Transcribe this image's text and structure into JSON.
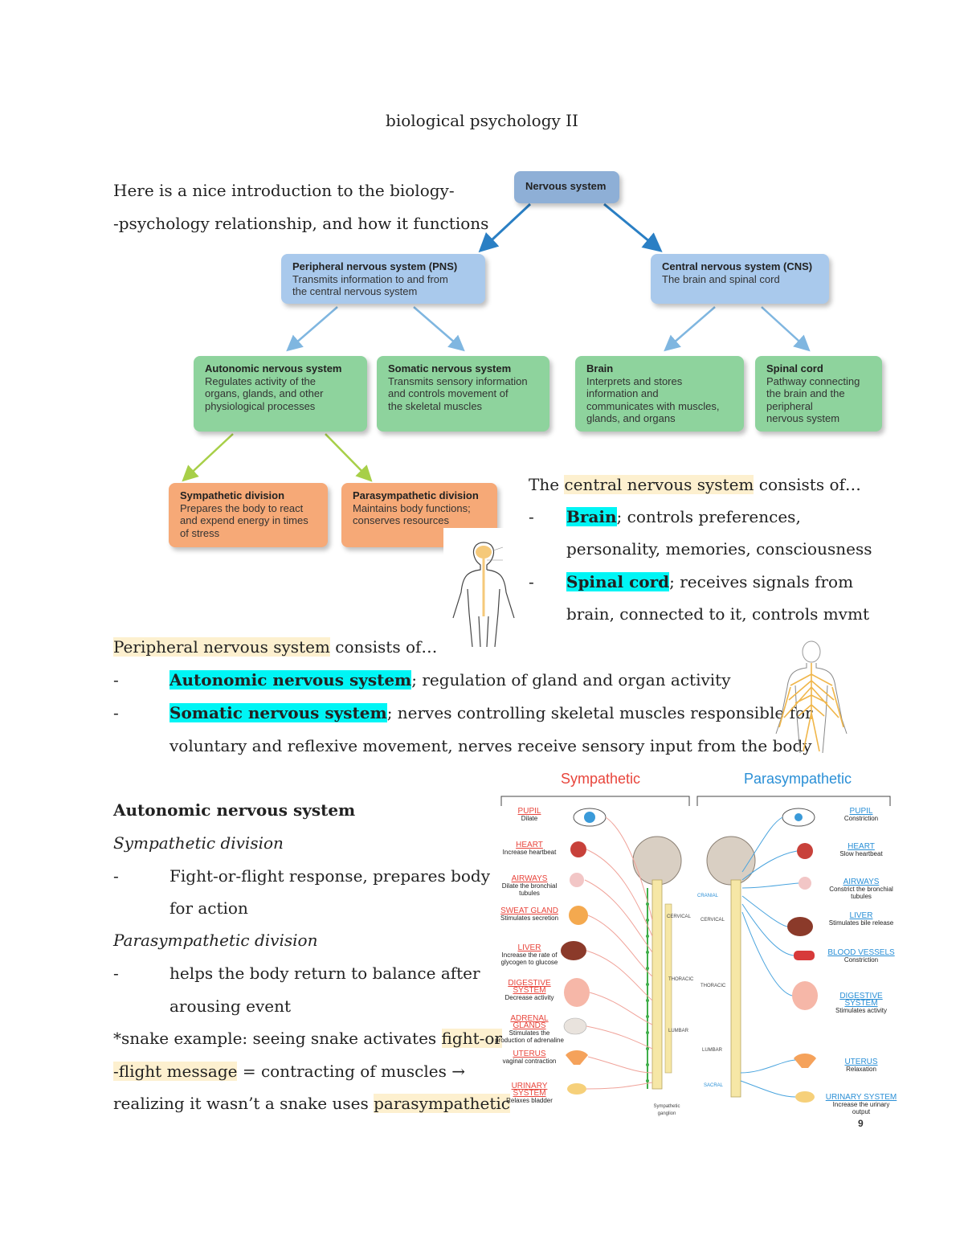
{
  "page_title": "biological psychology II",
  "intro": {
    "line1": "Here is a nice introduction to the biology-",
    "line2": "-psychology relationship, and how it functions"
  },
  "diagram": {
    "root": {
      "title": "Nervous system"
    },
    "pns": {
      "title": "Peripheral nervous system (PNS)",
      "desc": "Transmits information to and from\nthe central nervous system"
    },
    "cns": {
      "title": "Central nervous system (CNS)",
      "desc": "The brain and spinal cord"
    },
    "autonomic": {
      "title": "Autonomic nervous system",
      "desc": "Regulates activity of the\norgans, glands, and other\nphysiological processes"
    },
    "somatic": {
      "title": "Somatic nervous system",
      "desc": "Transmits sensory information\nand controls movement of\nthe skeletal muscles"
    },
    "brain": {
      "title": "Brain",
      "desc": "Interprets and stores\ninformation and\ncommunicates with muscles,\nglands, and organs"
    },
    "spinal": {
      "title": "Spinal cord",
      "desc": "Pathway connecting\nthe brain and the\nperipheral\nnervous system"
    },
    "sympathetic": {
      "title": "Sympathetic division",
      "desc": "Prepares the body to react\nand expend energy in times\nof stress"
    },
    "parasympathetic": {
      "title": "Parasympathetic division",
      "desc": "Maintains body functions;\nconserves resources"
    }
  },
  "cns_section": {
    "prefix": "The ",
    "highlight": "central nervous system",
    "suffix": " consists of…",
    "items": [
      {
        "term": "Brain",
        "text": "; controls preferences,",
        "cont": "personality, memories, consciousness"
      },
      {
        "term": "Spinal cord",
        "text": "; receives signals from",
        "cont": "brain, connected to it, controls mvmt"
      }
    ]
  },
  "pns_section": {
    "highlight": "Peripheral nervous system",
    "suffix": " consists of…",
    "items": [
      {
        "term": "Autonomic nervous system",
        "text": "; regulation of gland and organ activity"
      },
      {
        "term": "Somatic nervous system",
        "text": "; nerves controlling skeletal muscles responsible for",
        "cont": "voluntary and reflexive movement, nerves receive sensory input from the body"
      }
    ]
  },
  "ans_section": {
    "heading": "Autonomic nervous system",
    "sym_heading": "Sympathetic division",
    "sym_item": "Fight-or-flight response, prepares body",
    "sym_item_cont": "for action",
    "para_heading": "Parasympathetic division",
    "para_item": "helps the body return to balance after",
    "para_item_cont": "arousing event",
    "snake_prefix": "*snake example: seeing snake activates ",
    "snake_hl1": "fight-or",
    "snake_hl2": "-flight message",
    "snake_mid": " = contracting of muscles →",
    "snake_line3": "realizing it wasn’t a snake uses ",
    "snake_hl3": "parasympathetic"
  },
  "dash": "-",
  "anatomy": {
    "sym_title": "Sympathetic",
    "para_title": "Parasympathetic",
    "sym_color": "#e8453c",
    "para_color": "#2a8fd6",
    "sym_organs": [
      {
        "name": "PUPIL",
        "desc": "Dilate"
      },
      {
        "name": "HEART",
        "desc": "Increase heartbeat"
      },
      {
        "name": "AIRWAYS",
        "desc": "Dilate the bronchial tubules"
      },
      {
        "name": "SWEAT GLAND",
        "desc": "Stimulates secretion"
      },
      {
        "name": "LIVER",
        "desc": "Increase the rate of glycogen to glucose"
      },
      {
        "name": "DIGESTIVE SYSTEM",
        "desc": "Decrease activity"
      },
      {
        "name": "ADRENAL GLANDS",
        "desc": "Stimulates the production of adrenaline"
      },
      {
        "name": "UTERUS",
        "desc": "vaginal contraction"
      },
      {
        "name": "URINARY SYSTEM",
        "desc": "Relaxes bladder"
      }
    ],
    "para_organs": [
      {
        "name": "PUPIL",
        "desc": "Constriction"
      },
      {
        "name": "HEART",
        "desc": "Slow heartbeat"
      },
      {
        "name": "AIRWAYS",
        "desc": "Constrict the bronchial tubules"
      },
      {
        "name": "LIVER",
        "desc": "Stimulates bile release"
      },
      {
        "name": "BLOOD VESSELS",
        "desc": "Constriction"
      },
      {
        "name": "DIGESTIVE SYSTEM",
        "desc": "Stimulates activity"
      },
      {
        "name": "UTERUS",
        "desc": "Relaxation"
      },
      {
        "name": "URINARY SYSTEM",
        "desc": "Increase the urinary output"
      }
    ],
    "sym_regions": [
      "CERVICAL",
      "THORACIC",
      "LUMBAR"
    ],
    "para_regions": [
      "CRANIAL",
      "CERVICAL",
      "THORACIC",
      "LUMBAR",
      "SACRAL"
    ],
    "ganglia_label": "Sympathetic ganglion",
    "page_number": "9"
  },
  "colors": {
    "highlight_yellow": "#fdf0cf",
    "highlight_cyan": "#00f5f5"
  }
}
